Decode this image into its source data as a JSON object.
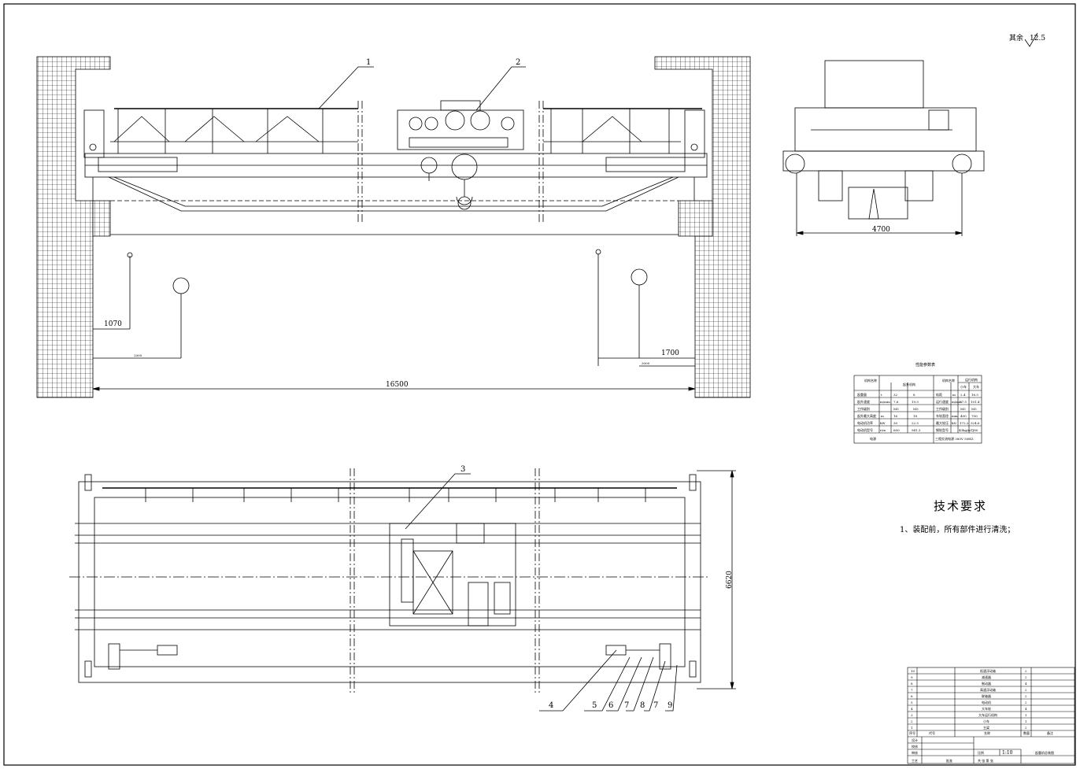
{
  "drawing": {
    "surface_roughness": {
      "label": "其余",
      "value": "12.5"
    },
    "dimensions": {
      "span": "16500",
      "left_hook_limit": "1070",
      "right_hook_limit": "1700",
      "side_width": "4700",
      "bottom_height": "6620",
      "small_left": "2000",
      "small_right": "3000"
    },
    "balloons": [
      "1",
      "2",
      "3",
      "4",
      "5",
      "6",
      "7",
      "8",
      "7",
      "9"
    ],
    "technical_requirements": {
      "title": "技术要求",
      "items": [
        "1、装配前，所有部件进行清洗；"
      ]
    },
    "performance_table": {
      "title": "性能参数表",
      "header": {
        "name": "机构名称",
        "lifting": "起升机构",
        "name2": "机构名称",
        "travel": "运行机构",
        "trolley": "小车",
        "crane": "大车"
      },
      "rows": [
        {
          "item": "起重量",
          "unit": "t",
          "main": "32",
          "aux": "8",
          "item2": "轨距",
          "unit2": "m",
          "trolley": "2.4",
          "crane": "16.5"
        },
        {
          "item": "起升速度",
          "unit": "m/min",
          "main": "7.6",
          "aux": "19.5",
          "item2": "运行速度",
          "unit2": "m/min",
          "trolley": "37.5",
          "crane": "101.4"
        },
        {
          "item": "工作级别",
          "unit": "",
          "main": "M5",
          "aux": "M5",
          "item2": "工作级别",
          "unit2": "",
          "trolley": "M5",
          "crane": "M5"
        },
        {
          "item": "起升最大高度",
          "unit": "m",
          "main": "16",
          "aux": "18",
          "item2": "车轮直径",
          "unit2": "mm",
          "trolley": "400",
          "crane": "700"
        },
        {
          "item": "电动机功率",
          "unit": "kW",
          "main": "30",
          "aux": "22.5",
          "item2": "最大轮压",
          "unit2": "kN",
          "trolley": "172.2",
          "crane": "324.6"
        },
        {
          "item": "电动机型号",
          "unit": "r/m",
          "main": "600",
          "aux": "941.3",
          "item2": "钢轨型号",
          "unit2": "",
          "trolley": "43kg/m",
          "crane": "TJ80"
        }
      ],
      "footer": {
        "label": "电源",
        "value": "三相交流电源 380V 50HZ"
      }
    },
    "parts_list": [
      {
        "no": "10",
        "name": "低速浮动轴",
        "qty": "2"
      },
      {
        "no": "9",
        "name": "减速器",
        "qty": "2"
      },
      {
        "no": "8",
        "name": "制动器",
        "qty": "4"
      },
      {
        "no": "7",
        "name": "高速浮动轴",
        "qty": "2"
      },
      {
        "no": "6",
        "name": "联轴器",
        "qty": "2"
      },
      {
        "no": "5",
        "name": "电动机",
        "qty": "2"
      },
      {
        "no": "4",
        "name": "大车轮",
        "qty": "4"
      },
      {
        "no": "3",
        "name": "大车运行机构",
        "qty": "1"
      },
      {
        "no": "2",
        "name": "小车",
        "qty": "1"
      },
      {
        "no": "1",
        "name": "主梁",
        "qty": "2"
      }
    ],
    "parts_header": {
      "no": "序号",
      "code": "代号",
      "name": "名称",
      "qty": "数量",
      "note": "备注"
    },
    "title_block": {
      "design": "设计",
      "check": "校核",
      "review": "审核",
      "process": "工艺",
      "approve": "批准",
      "scale_label": "比例",
      "scale": "1:10",
      "sheets": "共 张 第 张",
      "drawing_name": "起重机总装图"
    }
  }
}
